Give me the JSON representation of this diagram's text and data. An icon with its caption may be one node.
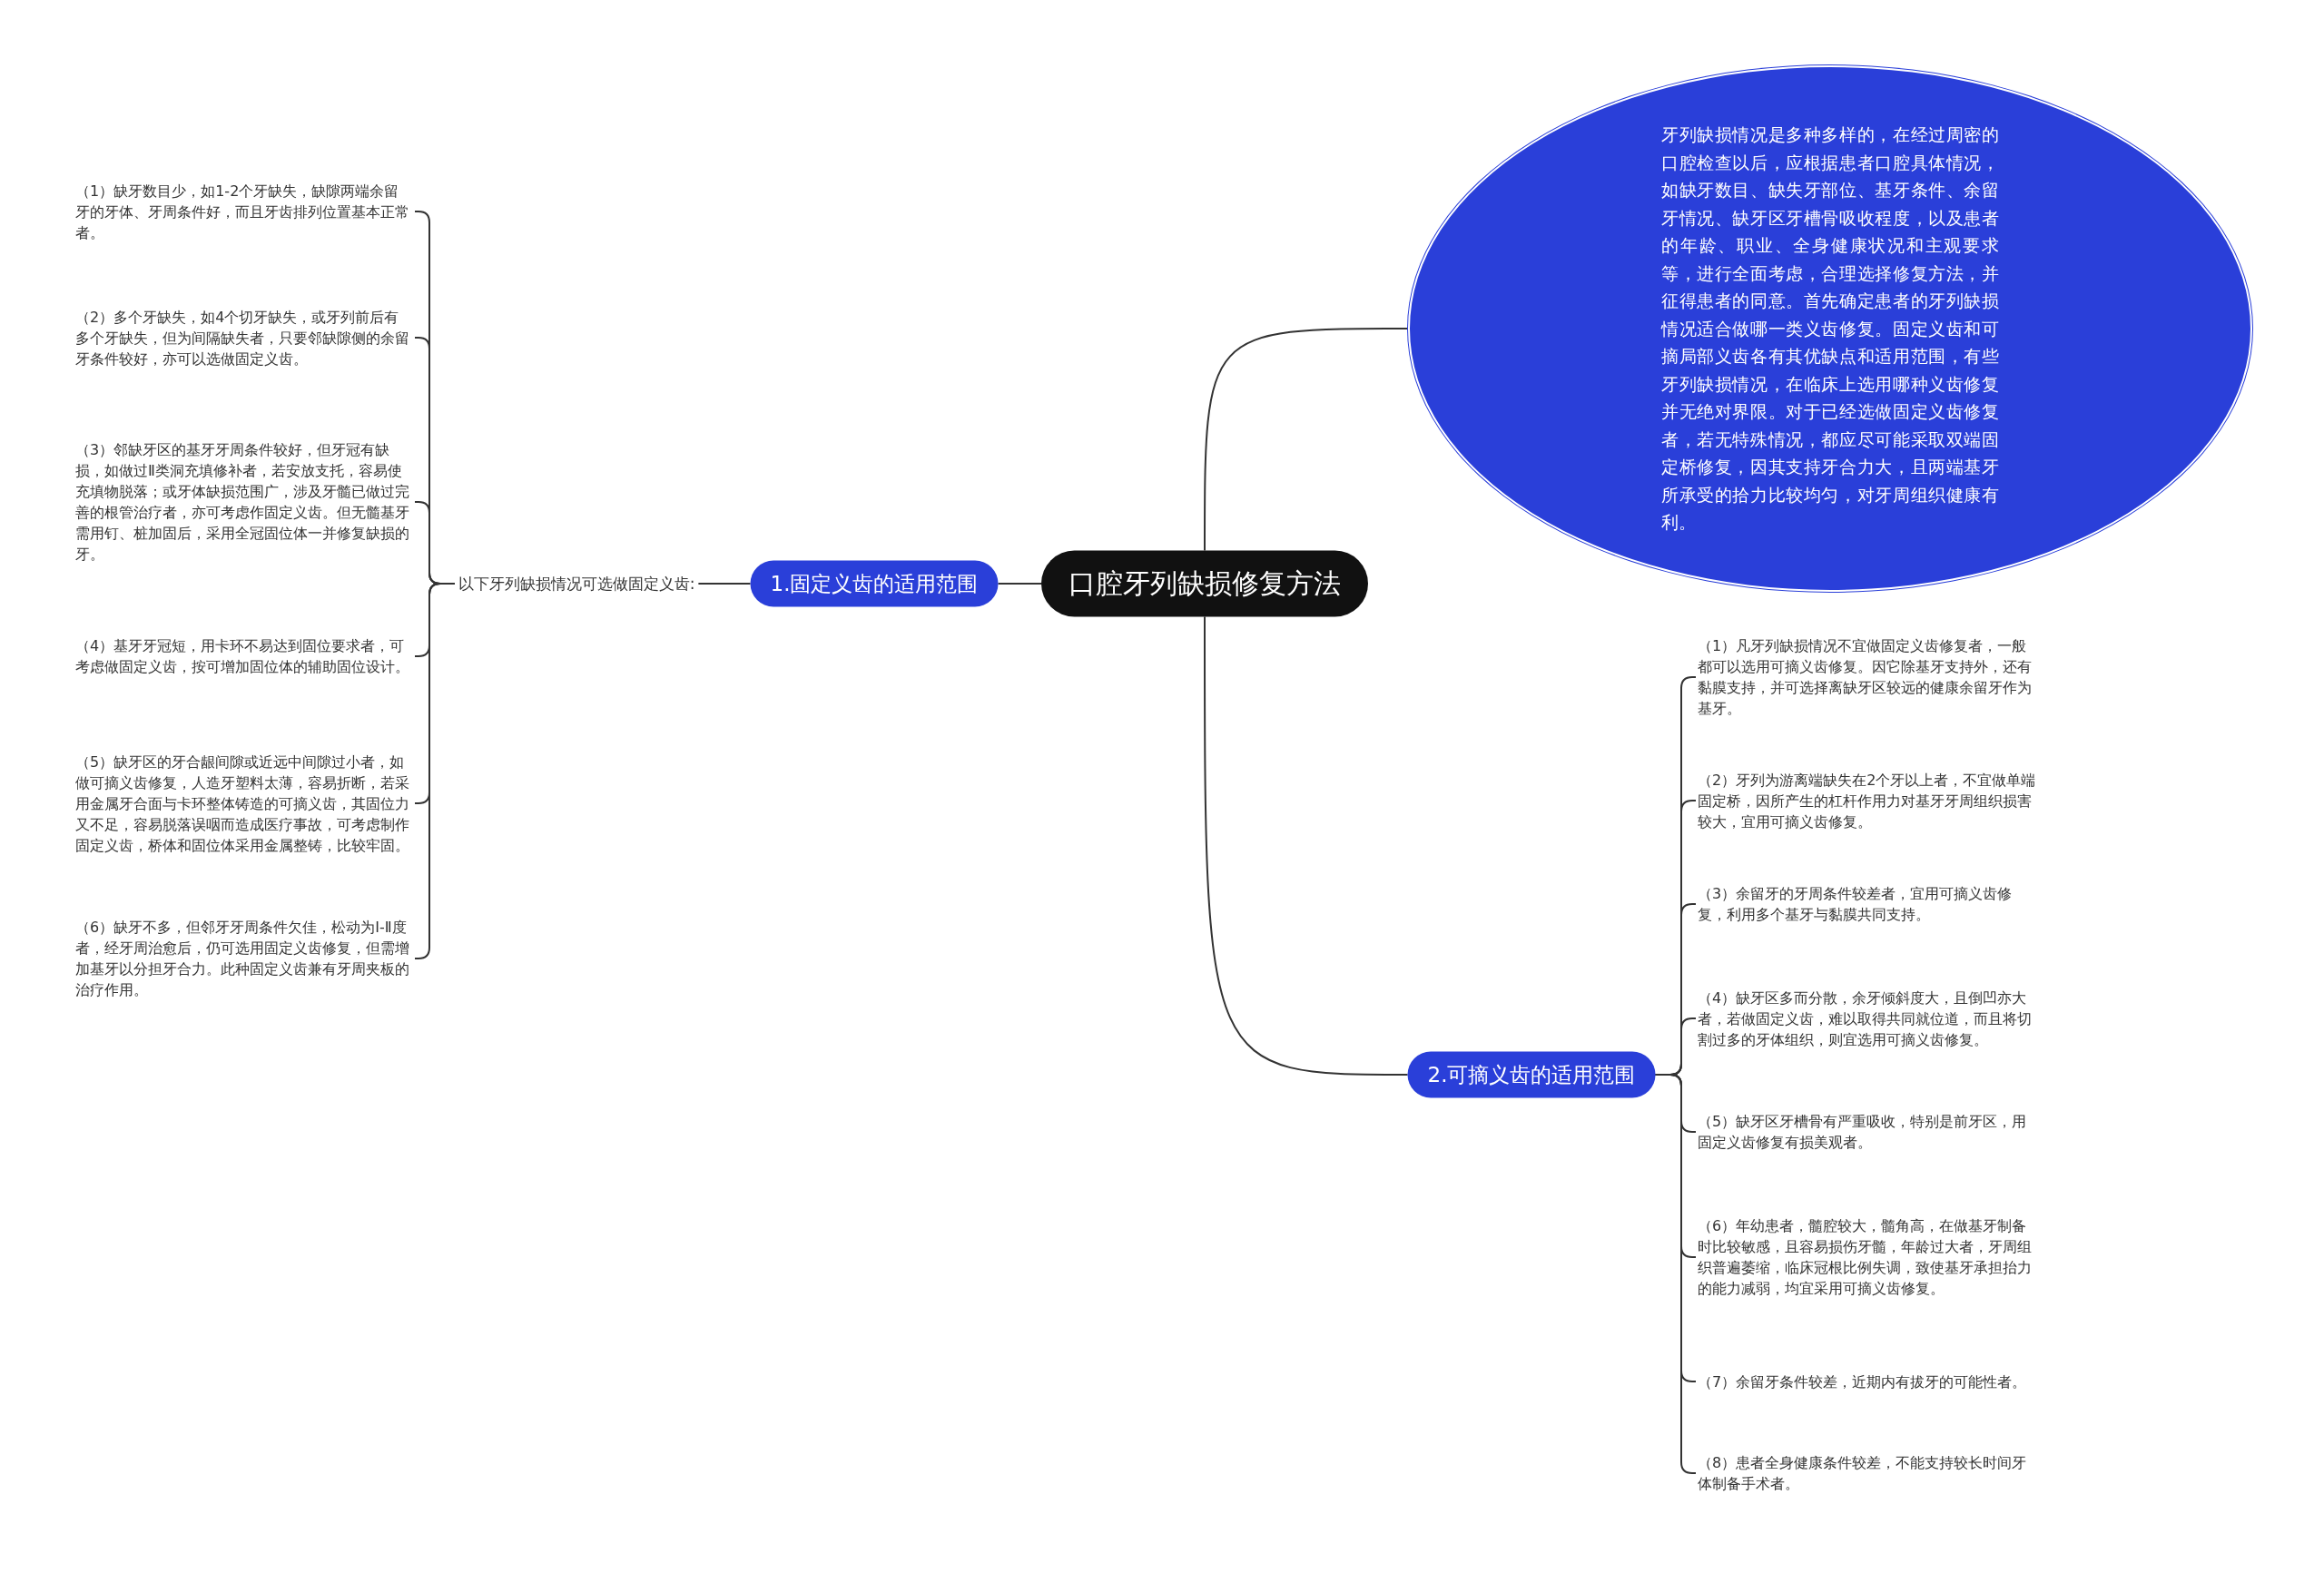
{
  "diagram": {
    "nodes": [
      {
        "text": [
          "口腔牙列缺损修复方法"
        ]
      },
      {
        "text": [
          "牙列缺损情况是多种多样的，在经过周密的口腔检查以后，应根据患者口腔具体情况，如缺牙数目、缺失牙部位、基牙条件、余留牙情况、缺牙区牙槽骨吸收程度，以及患者的年龄、职业、全身健康状况和主观要求等，进行全面考虑，合理选择修复方法，并征得患者的同意。首先确定患者的牙列缺损情况适合做哪一类义齿修复。固定义齿和可摘局部义齿各有其优缺点和适用范围，有些牙列缺损情况，在临床上选用哪种义齿修复并无绝对界限。对于已经选做固定义齿修复者，若无特殊情况，都应尽可能采取双端固定桥修复，因其支持牙合力大，且两端基牙所承受的拾力比较均匀，对牙周组织健康有利。"
        ]
      },
      {
        "text": [
          "1.固定义齿的适用范围"
        ]
      },
      {
        "text": [
          "以下牙列缺损情况可选做固定义齿:"
        ]
      },
      {
        "text": [
          "（1）缺牙数目少，如1-2个牙缺失，缺隙两端余留牙的牙体、牙周条件好，而且牙齿排列位置基本正常者。"
        ]
      },
      {
        "text": [
          "（2）多个牙缺失，如4个切牙缺失，或牙列前后有多个牙缺失，但为间隔缺失者，只要邻缺隙侧的余留牙条件较好，亦可以选做固定义齿。"
        ]
      },
      {
        "text": [
          "（3）邻缺牙区的基牙牙周条件较好，但牙冠有缺损，如做过Ⅱ类洞充填修补者，若安放支托，容易使充填物脱落；或牙体缺损范围广，涉及牙髓已做过完善的根管治疗者，亦可考虑作固定义齿。但无髓基牙需用钉、桩加固后，采用全冠固位体一并修复缺损的牙。"
        ]
      },
      {
        "text": [
          "（4）基牙牙冠短，用卡环不易达到固位要求者，可考虑做固定义齿，按可增加固位体的辅助固位设计。"
        ]
      },
      {
        "text": [
          "（5）缺牙区的牙合龈间隙或近远中间隙过小者，如做可摘义齿修复，人造牙塑料太薄，容易折断，若采用金属牙合面与卡环整体铸造的可摘义齿，其固位力又不足，容易脱落误咽而造成医疗事故，可考虑制作固定义齿，桥体和固位体采用金属整铸，比较牢固。"
        ]
      },
      {
        "text": [
          "（6）缺牙不多，但邻牙牙周条件欠佳，松动为I-Ⅱ度者，经牙周治愈后，仍可选用固定义齿修复，但需增加基牙以分担牙合力。此种固定义齿兼有牙周夹板的治疗作用。"
        ]
      },
      {
        "text": [
          "2.可摘义齿的适用范围"
        ]
      },
      {
        "text": [
          "（1）凡牙列缺损情况不宜做固定义齿修复者，一般都可以选用可摘义齿修复。因它除基牙支持外，还有黏膜支持，并可选择离缺牙区较远的健康余留牙作为基牙。"
        ]
      },
      {
        "text": [
          "（2）牙列为游离端缺失在2个牙以上者，不宜做单端固定桥，因所产生的杠杆作用力对基牙牙周组织损害较大，宜用可摘义齿修复。"
        ]
      },
      {
        "text": [
          "（3）余留牙的牙周条件较差者，宜用可摘义齿修复，利用多个基牙与黏膜共同支持。"
        ]
      },
      {
        "text": [
          "（4）缺牙区多而分散，余牙倾斜度大，且倒凹亦大者，若做固定义齿，难以取得共同就位道，而且将切割过多的牙体组织，则宜选用可摘义齿修复。"
        ]
      },
      {
        "text": [
          "（5）缺牙区牙槽骨有严重吸收，特别是前牙区，用固定义齿修复有损美观者。"
        ]
      },
      {
        "text": [
          "（6）年幼患者，髓腔较大，髓角高，在做基牙制备时比较敏感，且容易损伤牙髓，年龄过大者，牙周组织普遍萎缩，临床冠根比例失调，致使基牙承担抬力的能力减弱，均宜采用可摘义齿修复。"
        ]
      },
      {
        "text": [
          "（7）余留牙条件较差，近期内有拔牙的可能性者。"
        ]
      },
      {
        "text": [
          "（8）患者全身健康条件较差，不能支持较长时间牙体制备手术者。"
        ]
      }
    ],
    "edges": [
      {
        "from": 0,
        "to": 1,
        "arrow": "none"
      },
      {
        "from": 0,
        "to": 2,
        "arrow": "none"
      },
      {
        "from": 0,
        "to": 10,
        "arrow": "none"
      },
      {
        "from": 2,
        "to": 3,
        "arrow": "none"
      },
      {
        "from": 3,
        "to": 4,
        "arrow": "none"
      },
      {
        "from": 3,
        "to": 5,
        "arrow": "none"
      },
      {
        "from": 3,
        "to": 6,
        "arrow": "none"
      },
      {
        "from": 3,
        "to": 7,
        "arrow": "none"
      },
      {
        "from": 3,
        "to": 8,
        "arrow": "none"
      },
      {
        "from": 3,
        "to": 9,
        "arrow": "none"
      },
      {
        "from": 10,
        "to": 11,
        "arrow": "none"
      },
      {
        "from": 10,
        "to": 12,
        "arrow": "none"
      },
      {
        "from": 10,
        "to": 13,
        "arrow": "none"
      },
      {
        "from": 10,
        "to": 14,
        "arrow": "none"
      },
      {
        "from": 10,
        "to": 15,
        "arrow": "none"
      },
      {
        "from": 10,
        "to": 16,
        "arrow": "none"
      },
      {
        "from": 10,
        "to": 17,
        "arrow": "none"
      },
      {
        "from": 10,
        "to": 18,
        "arrow": "none"
      }
    ]
  }
}
